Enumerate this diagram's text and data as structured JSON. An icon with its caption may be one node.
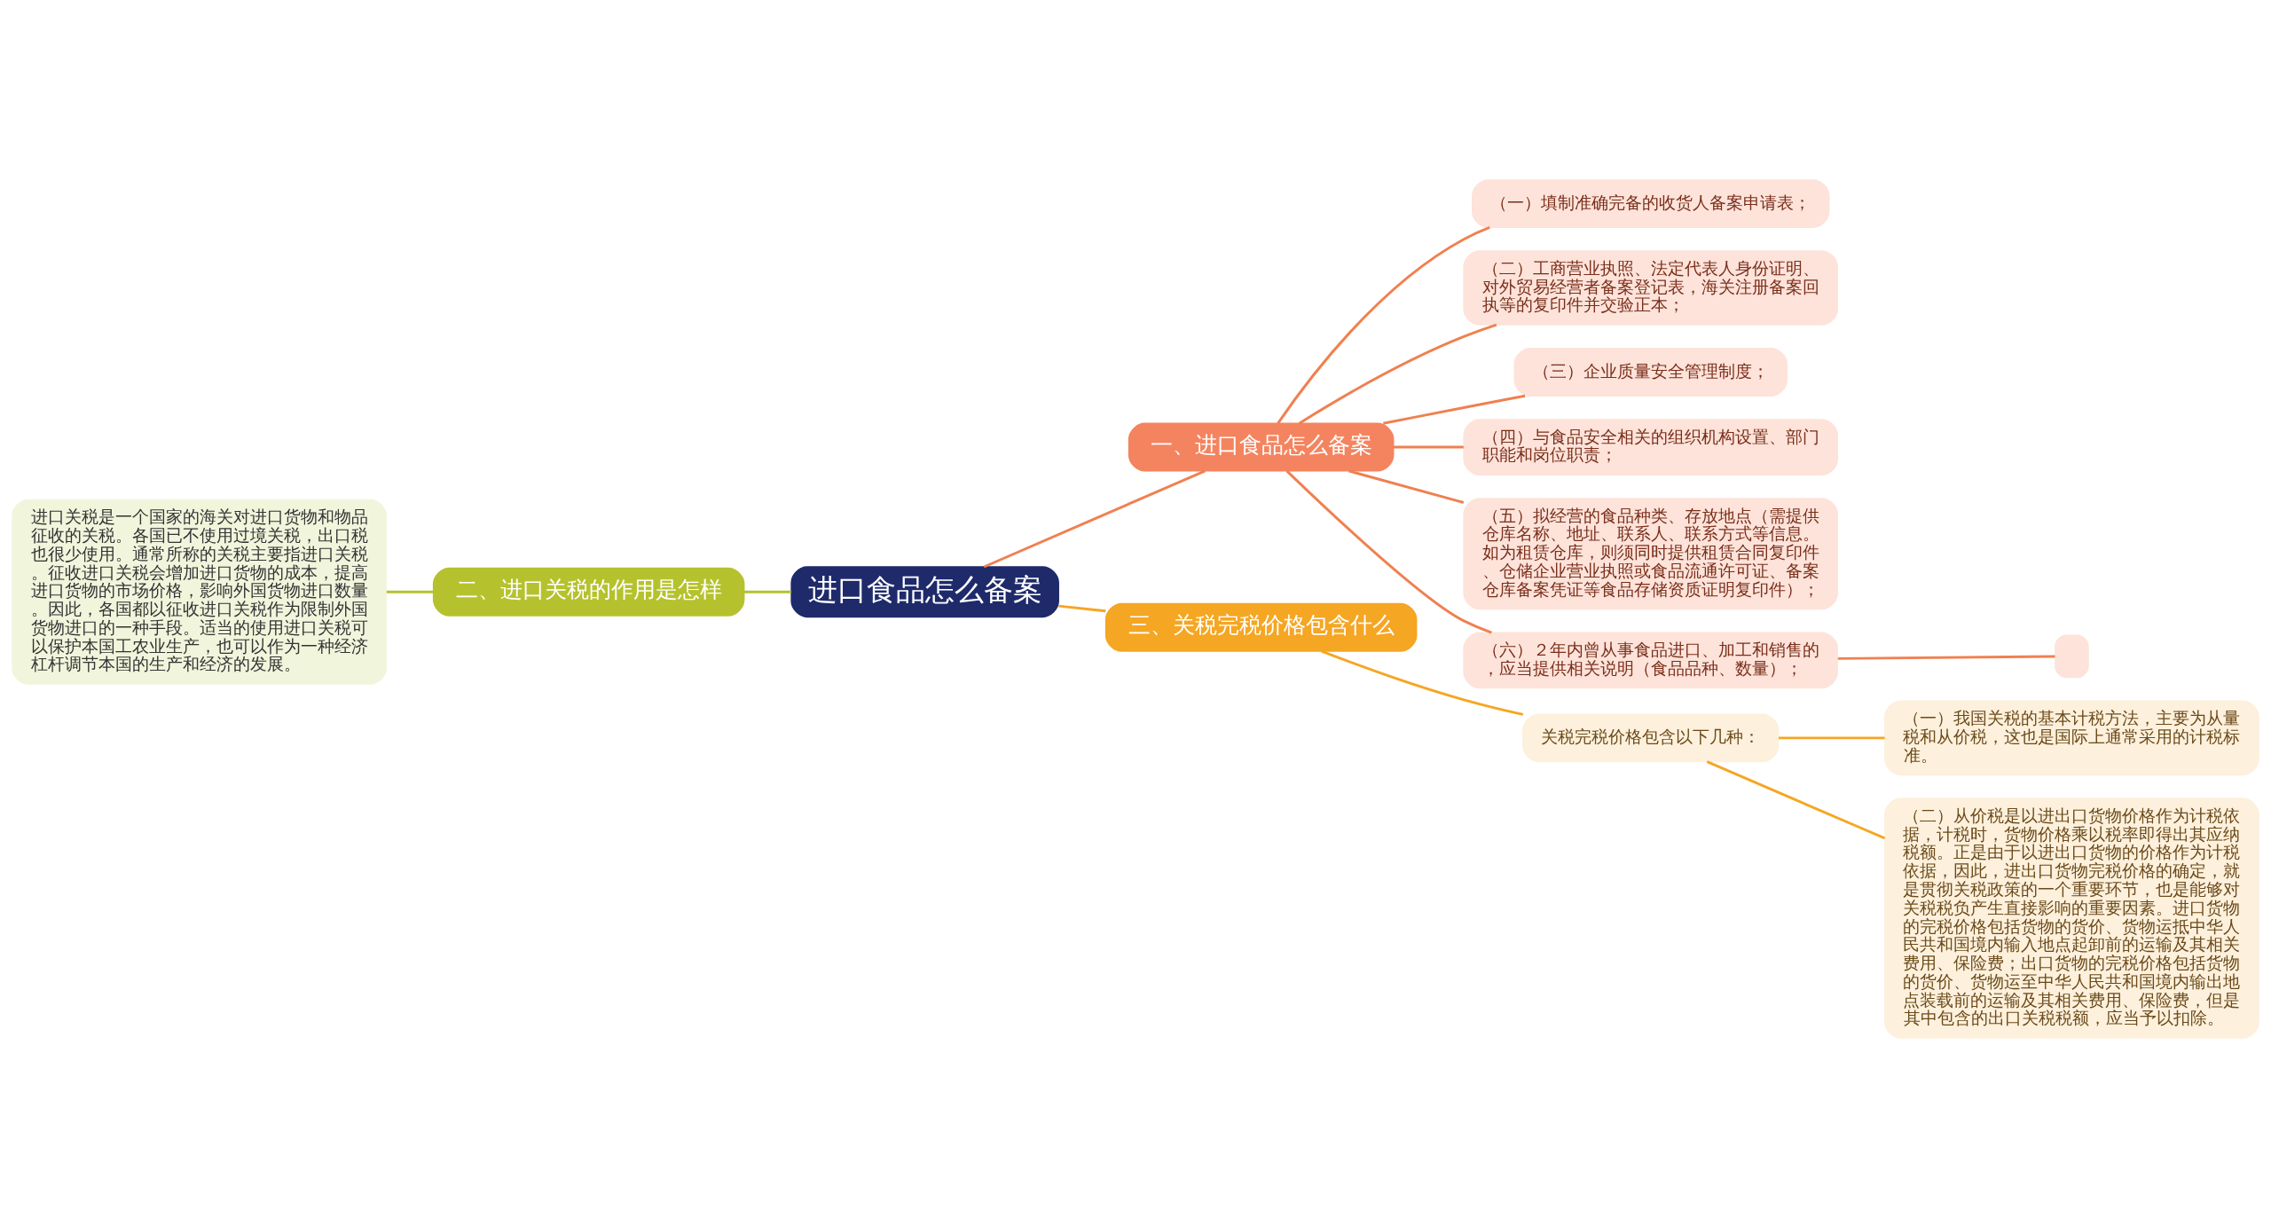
{
  "diagram": {
    "nodes": [
      {
        "text": [
          "进口食品怎么备案"
        ]
      },
      {
        "text": [
          "一、进口食品怎么备案"
        ]
      },
      {
        "text": [
          "（一）填制准确完备的收货人备案申请表；"
        ]
      },
      {
        "text": [
          "（二）工商营业执照、法定代表人身份证明、对外贸易经营者备案登记表，海关注册备案回执等的复印件并交验正本；"
        ]
      },
      {
        "text": [
          "（三）企业质量安全管理制度；"
        ]
      },
      {
        "text": [
          "（四）与食品安全相关的组织机构设置、部门职能和岗位职责；"
        ]
      },
      {
        "text": [
          "（五）拟经营的食品种类、存放地点（需提供仓库名称、地址、联系人、联系方式等信息。如为租赁仓库，则须同时提供租赁合同复印件、仓储企业营业执照或食品流通许可证、备案仓库备案凭证等食品存储资质证明复印件）；"
        ]
      },
      {
        "text": [
          "（六）２年内曾从事食品进口、加工和销售的，应当提供相关说明（食品品种、数量）；"
        ]
      },
      {
        "text": [],
        "shape": "box"
      },
      {
        "text": [
          "二、进口关税的作用是怎样"
        ]
      },
      {
        "text": [
          "进口关税是一个国家的海关对进口货物和物品征收的关税。各国已不使用过境关税，出口税也很少使用。通常所称的关税主要指进口关税。征收进口关税会增加进口货物的成本，提高进口货物的市场价格，影响外国货物进口数量。因此，各国都以征收进口关税作为限制外国货物进口的一种手段。适当的使用进口关税可以保护本国工农业生产，也可以作为一种经济杠杆调节本国的生产和经济的发展。"
        ]
      },
      {
        "text": [
          "三、关税完税价格包含什么"
        ]
      },
      {
        "text": [
          "关税完税价格包含以下几种："
        ]
      },
      {
        "text": [
          "（一）我国关税的基本计税方法，主要为从量税和从价税，这也是国际上通常采用的计税标准。"
        ]
      },
      {
        "text": [
          "（二）从价税是以进出口货物价格作为计税依据，计税时，货物价格乘以税率即得出其应纳税额。正是由于以进出口货物的价格作为计税依据，因此，进出口货物完税价格的确定，就是贯彻关税政策的一个重要环节，也是能够对关税税负产生直接影响的重要因素。进口货物的完税价格包括货物的货价、货物运抵中华人民共和国境内输入地点起卸前的运输及其相关费用、保险费；出口货物的完税价格包括货物的货价、货物运至中华人民共和国境内输出地点装载前的运输及其相关费用、保险费，但是其中包含的出口关税税额，应当予以扣除。"
        ]
      }
    ],
    "edges": [
      {
        "from": 0,
        "to": 1,
        "arrow": "none"
      },
      {
        "from": 1,
        "to": 2,
        "arrow": "none"
      },
      {
        "from": 1,
        "to": 3,
        "arrow": "none"
      },
      {
        "from": 1,
        "to": 4,
        "arrow": "none"
      },
      {
        "from": 1,
        "to": 5,
        "arrow": "none"
      },
      {
        "from": 1,
        "to": 6,
        "arrow": "none"
      },
      {
        "from": 1,
        "to": 7,
        "arrow": "none"
      },
      {
        "from": 7,
        "to": 8,
        "arrow": "none"
      },
      {
        "from": 10,
        "to": 9,
        "arrow": "none",
        "color": "#b5c22d"
      },
      {
        "from": 9,
        "to": 0,
        "arrow": "none",
        "color": "#b5c22d"
      },
      {
        "from": 0,
        "to": 11,
        "arrow": "none",
        "color": "#f5a623"
      },
      {
        "from": 11,
        "to": 12,
        "arrow": "none",
        "color": "#f5a623"
      },
      {
        "from": 12,
        "to": 13,
        "arrow": "none",
        "color": "#f5a623"
      },
      {
        "from": 12,
        "to": 14,
        "arrow": "none",
        "color": "#f5a623"
      }
    ]
  }
}
